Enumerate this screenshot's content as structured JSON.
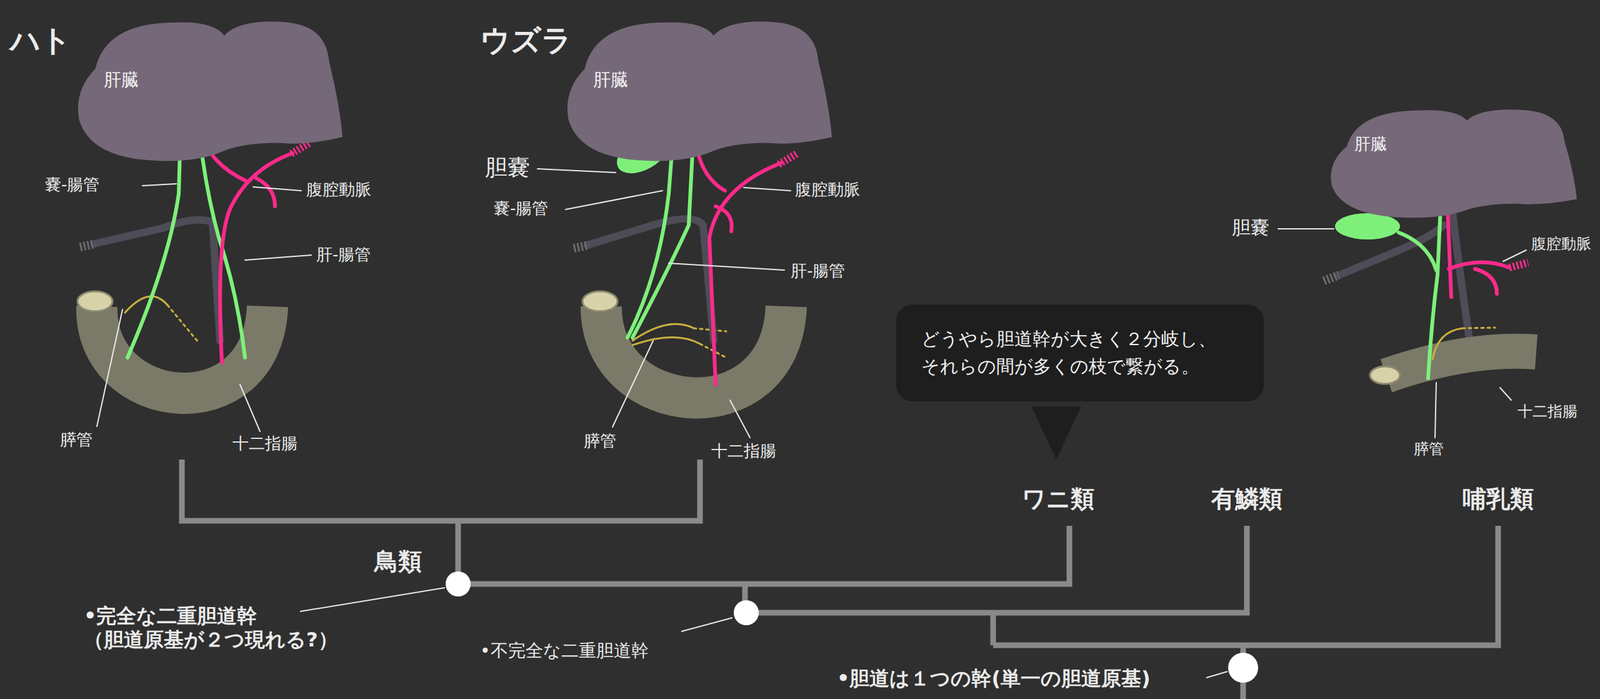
{
  "diagram": {
    "nodes": [
      {
        "text": [
          "肝臓"
        ]
      },
      {
        "text": [
          "肝臓"
        ]
      },
      {
        "text": [
          "肝臓"
        ]
      },
      {
        "text": [
          "どうやら胆道幹が大きく２分岐し、 それらの間が多くの枝で繋がる。"
        ]
      }
    ],
    "labels": [
      "ハト",
      "嚢-腸管",
      "腹腔動脈",
      "肝-腸管",
      "膵管",
      "十二指腸",
      "ウズラ",
      "胆嚢",
      "嚢-腸管",
      "腹腔動脈",
      "肝-腸管",
      "膵管",
      "十二指腸",
      "胆嚢",
      "腹腔動脈",
      "十二指腸",
      "膵管",
      "ワニ類",
      "有鱗類",
      "哺乳類",
      "鳥類",
      "•完全な二重胆道幹 （胆道原基が２つ現れる?）",
      "•不完全な二重胆道幹",
      "•胆道は１つの幹(単一の胆道原基)"
    ]
  }
}
